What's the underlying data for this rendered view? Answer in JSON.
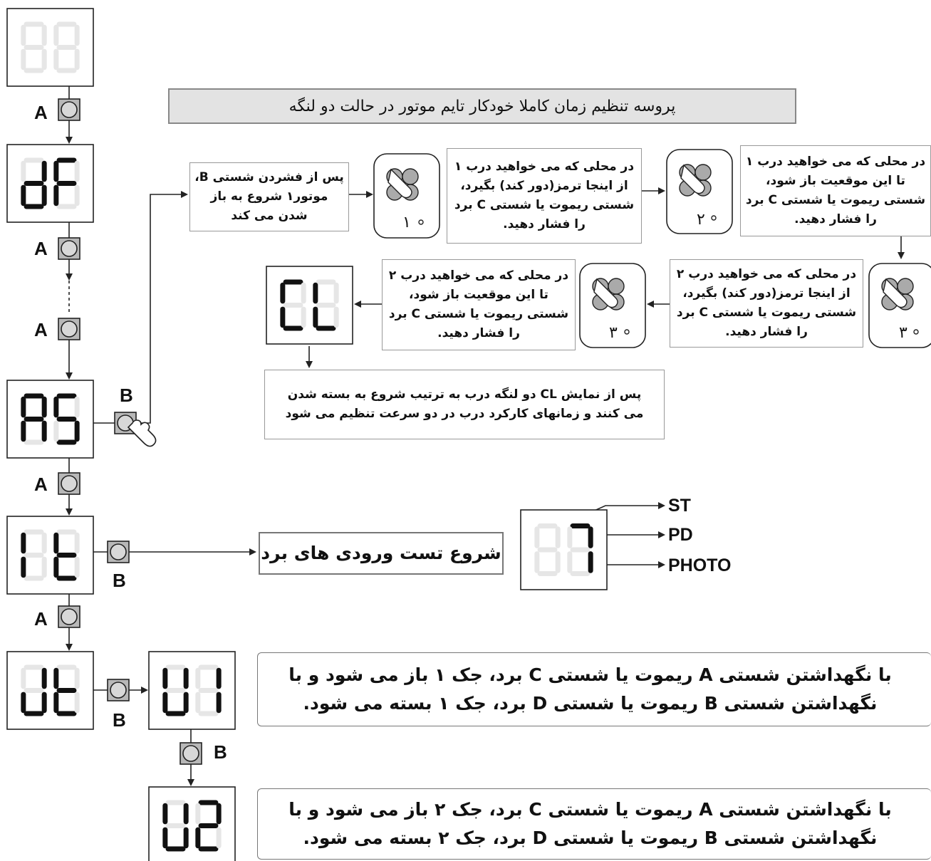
{
  "title": "پروسه تنظیم زمان کاملا خودکار تایم موتور در حالت دو لنگه",
  "displays": {
    "d1": [
      "",
      ""
    ],
    "d2": [
      "d",
      "F"
    ],
    "d3": [
      "A",
      "5"
    ],
    "d4": [
      "I",
      "t"
    ],
    "d5": [
      "J",
      "t"
    ],
    "d6": [
      "U",
      "1"
    ],
    "d7": [
      "U",
      "2"
    ],
    "d8": [
      "C",
      "L"
    ],
    "d9": [
      "",
      "7"
    ]
  },
  "labels": {
    "a": "A",
    "b": "B"
  },
  "steps": {
    "s0": "پس از فشردن شستی B، موتور۱ شروع به باز شدن می کند",
    "s1": "در محلی که می خواهید درب ۱ از اینجا ترمز(دور کند) بگیرد، شستی ریموت یا شستی C برد را فشار دهید.",
    "s2": "در محلی که می خواهید درب ۱ تا این موقعیت باز شود، شستی ریموت یا شستی C برد را فشار دهید.",
    "s3": "در محلی که می خواهید درب ۲ از اینجا ترمز(دور کند) بگیرد، شستی ریموت یا شستی C برد را فشار دهید.",
    "s4": "در محلی که می خواهید درب ۲ تا این موقعیت باز شود، شستی ریموت یا شستی C برد را فشار دهید.",
    "s5": "پس از نمایش CL دو لنگه درب به ترتیب شروع به بسته شدن می کنند و زمانهای کارکرد درب در دو سرعت تنظیم می شود"
  },
  "remote_nums": {
    "r1": "۱",
    "r2": "۲",
    "r3": "۳",
    "r4": "۳"
  },
  "test": {
    "label": "شروع تست ورودی های برد",
    "inputs": [
      "ST",
      "PD",
      "PHOTO"
    ]
  },
  "msgs": {
    "m1": "با نگهداشتن شستی A ریموت یا شستی C برد، جک ۱ باز می شود و با نگهداشتن شستی B ریموت یا شستی D برد، جک ۱ بسته می شود.",
    "m2": "با نگهداشتن شستی A ریموت یا شستی C برد، جک ۲ باز می شود و با نگهداشتن شستی B ریموت یا شستی D برد، جک ۲ بسته می شود."
  }
}
